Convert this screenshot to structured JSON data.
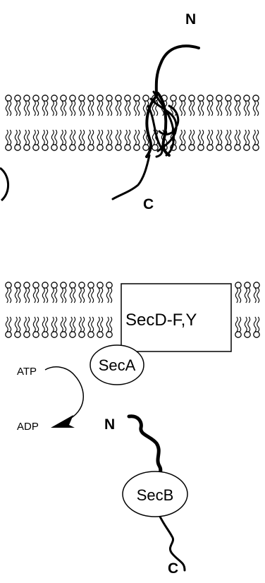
{
  "top_panel": {
    "n_terminus": "N",
    "c_terminus": "C"
  },
  "bottom_panel": {
    "translocon_label": "SecD-F,Y",
    "seca_label": "SecA",
    "secb_label": "SecB",
    "atp_label": "ATP",
    "adp_label": "ADP",
    "n_terminus": "N",
    "c_terminus": "C"
  }
}
